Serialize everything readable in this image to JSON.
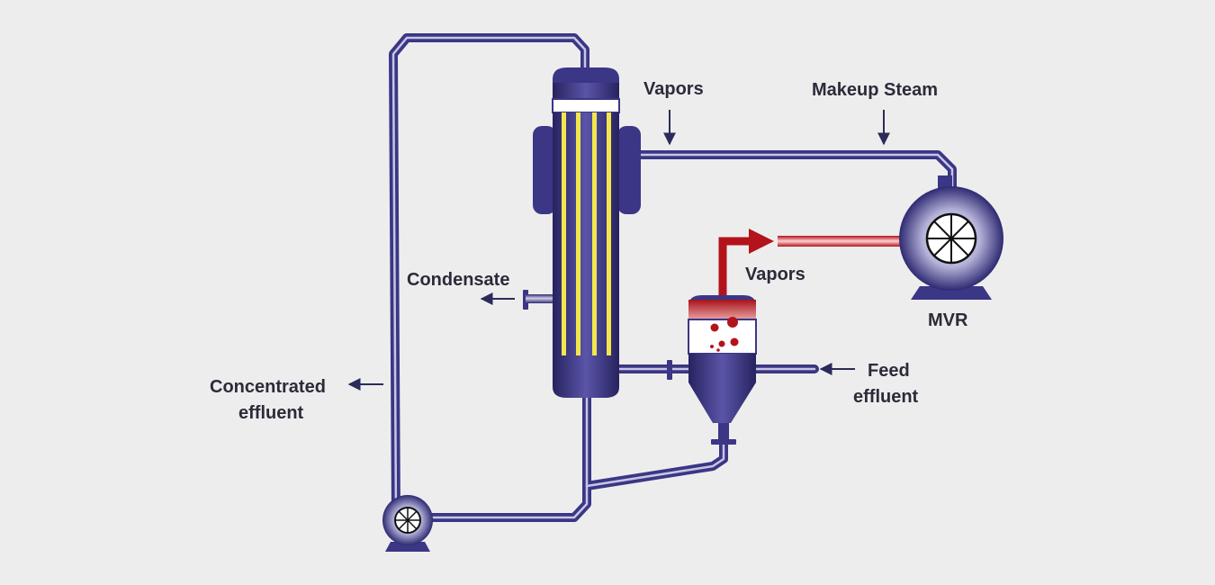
{
  "labels": {
    "vapors_top": "Vapors",
    "makeup_steam": "Makeup Steam",
    "condensate": "Condensate",
    "vapors_red": "Vapors",
    "mvr": "MVR",
    "feed_line1": "Feed",
    "feed_line2": "effluent",
    "concentrated_line1": "Concentrated",
    "concentrated_line2": "effluent"
  },
  "colors": {
    "background": "#ededed",
    "pipe": "#3b3685",
    "pipe_highlight": "#d8d6f0",
    "tube_yellow": "#f3e64c",
    "vapor_red": "#b3131b",
    "text": "#2b2b3a"
  }
}
